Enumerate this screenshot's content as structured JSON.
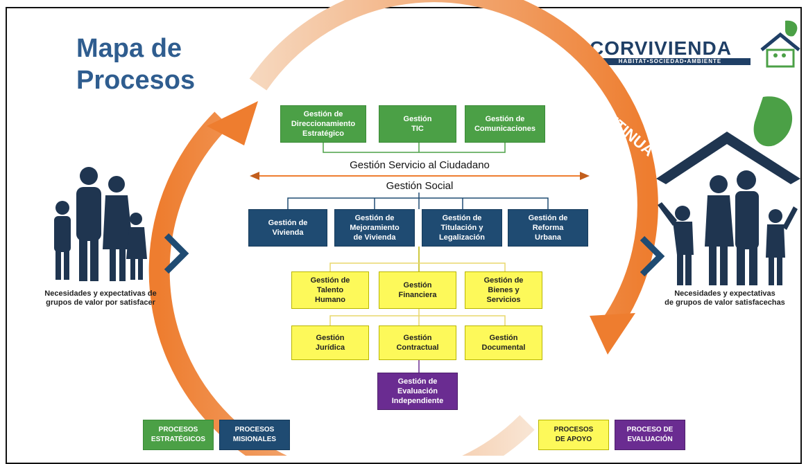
{
  "page": {
    "title_line1": "Mapa de",
    "title_line2": "Procesos"
  },
  "logo": {
    "name": "CORVIVIENDA",
    "tagline": "HABITAT•SOCIEDAD•AMBIENTE"
  },
  "cycle_label": "MEJORA CONTINUA",
  "left_caption": "Necesidades y expectativas de\ngrupos de valor por satisfacer",
  "right_caption": "Necesidades y expectativas\nde grupos de valor satisfacechas",
  "center": {
    "service_line": "Gestión Servicio al Ciudadano",
    "social_line": "Gestión Social"
  },
  "strategic": [
    "Gestión de\nDireccionamiento\nEstratégico",
    "Gestión\nTIC",
    "Gestión de\nComunicaciones"
  ],
  "missional": [
    "Gestión de\nVivienda",
    "Gestión de\nMejoramiento\nde Vivienda",
    "Gestión de\nTitulación y\nLegalización",
    "Gestión de\nReforma\nUrbana"
  ],
  "support_row1": [
    "Gestión de\nTalento\nHumano",
    "Gestión\nFinanciera",
    "Gestión de\nBienes y\nServicios"
  ],
  "support_row2": [
    "Gestión\nJurídica",
    "Gestión\nContractual",
    "Gestión\nDocumental"
  ],
  "evaluation": "Gestión de\nEvaluación\nIndependiente",
  "legend": {
    "strategic": "PROCESOS\nESTRATÉGICOS",
    "missional": "PROCESOS\nMISIONALES",
    "support": "PROCESOS\nDE APOYO",
    "evaluation": "PROCESO DE\nEVALUACIÓN"
  },
  "colors": {
    "title": "#2f5d8f",
    "arrow_orange": "#ee7d2f",
    "strategic_green": "#4ba046",
    "missional_navy": "#1f4b72",
    "support_yellow": "#fdf95a",
    "evaluation_purple": "#6a2c91",
    "chevron_blue": "#1f4b72"
  }
}
